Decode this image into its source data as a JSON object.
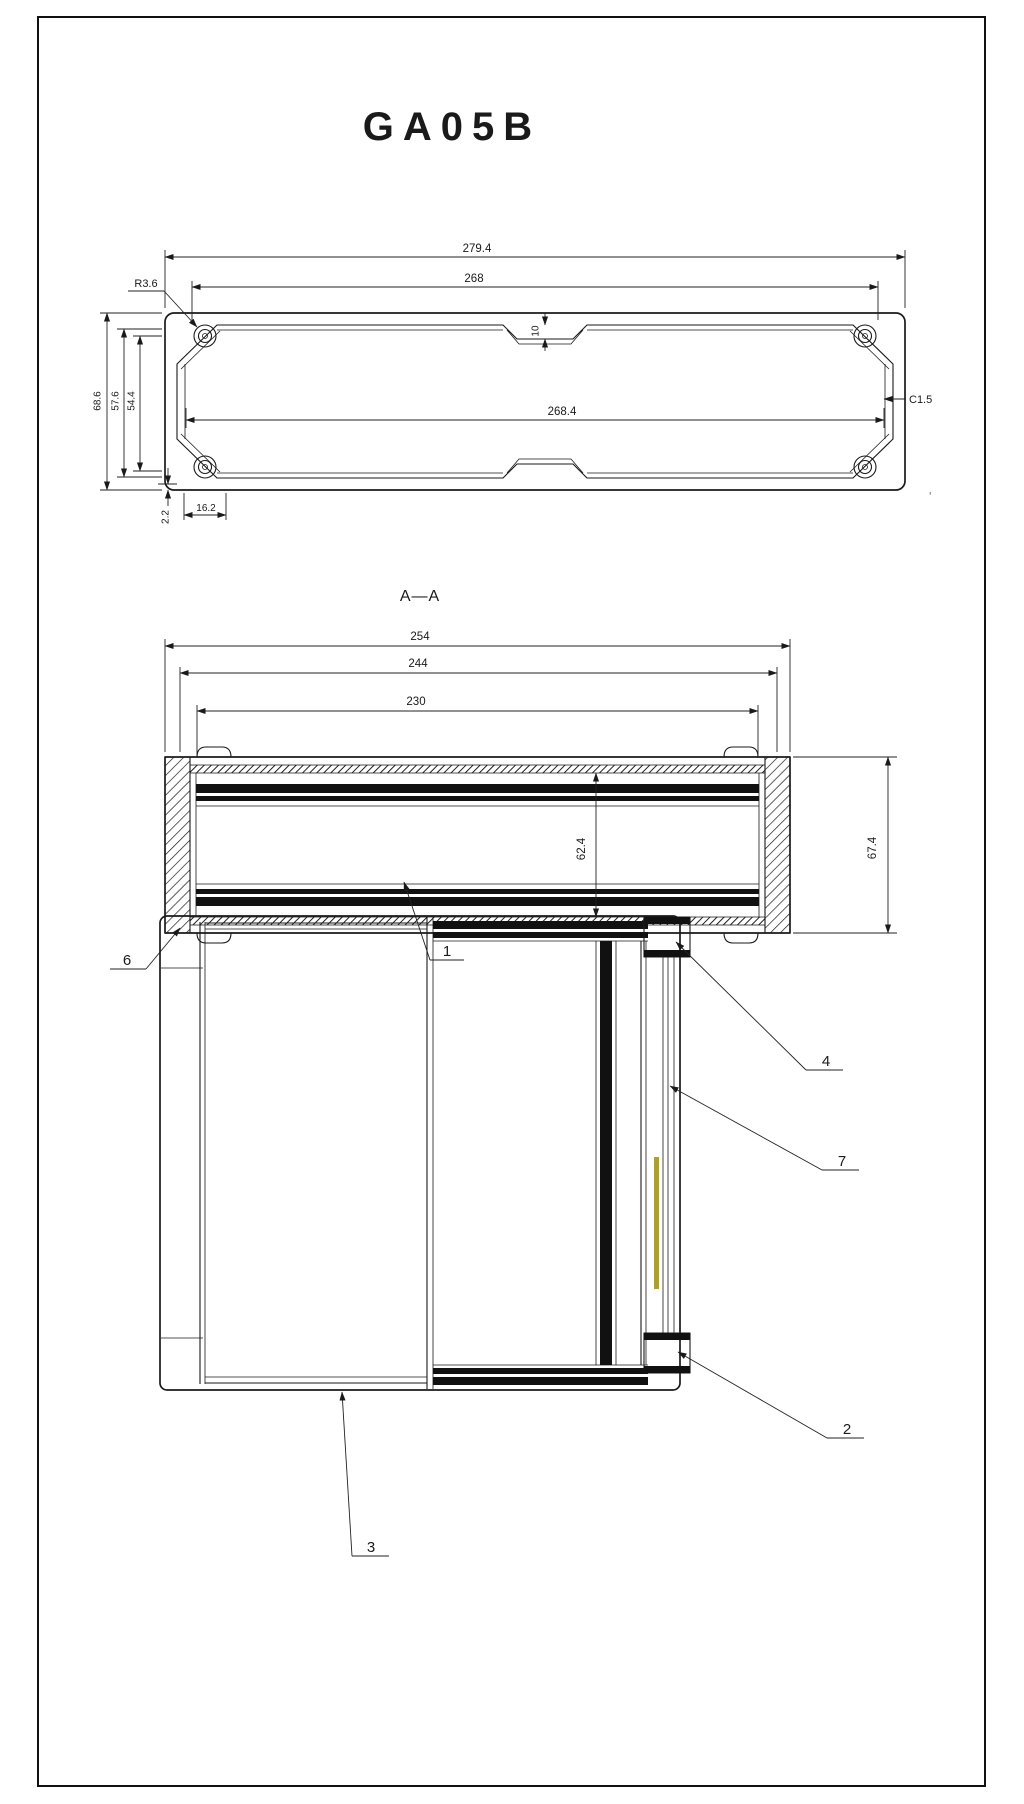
{
  "page": {
    "title": "GA05B",
    "title_color": "#e42313",
    "accent_yellow": "#ac9f35",
    "stray_mark": "'"
  },
  "end_view": {
    "dim_overall_width": "279.4",
    "dim_face_width": "268",
    "corner_radius": "R3.6",
    "dim_notch": "10",
    "dim_slot_width": "268.4",
    "chamfer": "C1.5",
    "dim_overall_height": "68.6",
    "dim_mid_height": "57.6",
    "dim_inner_height": "54.4",
    "dim_wall": "2.2",
    "dim_screw_offset": "16.2"
  },
  "section_view": {
    "title": "A—A",
    "dim_width_outer": "254",
    "dim_width_mid": "244",
    "dim_width_inner": "230",
    "dim_height_inner": "62.4",
    "dim_height_outer": "67.4",
    "callout_endcap": "6",
    "callout_body": "1"
  },
  "plan_view": {
    "callout_top_right": "4",
    "callout_right_panel": "7",
    "callout_bottom_right": "2",
    "callout_body_bottom": "3"
  }
}
